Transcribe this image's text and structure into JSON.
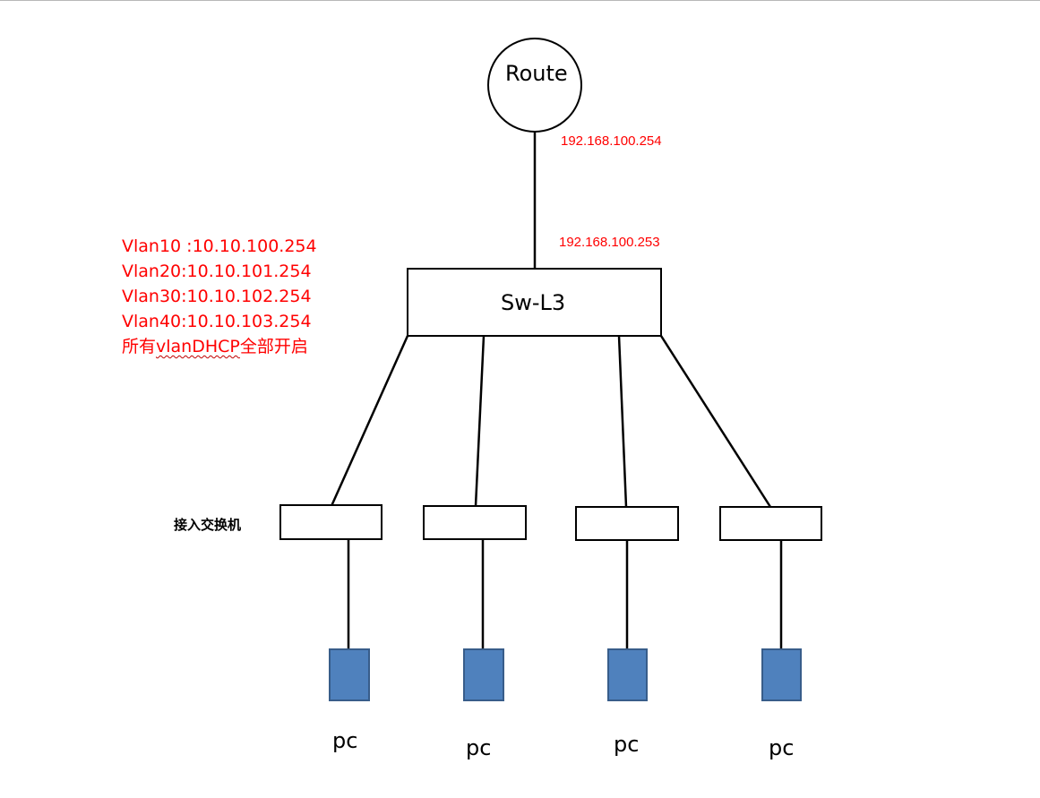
{
  "router": {
    "label": "Route",
    "wan_ip": "192.168.100.254"
  },
  "core_switch": {
    "label": "Sw-L3",
    "uplink_ip": "192.168.100.253"
  },
  "vlans": {
    "line1": "Vlan10 :10.10.100.254",
    "line2": "Vlan20:10.10.101.254",
    "line3": "Vlan30:10.10.102.254",
    "line4": "Vlan40:10.10.103.254",
    "dhcp_prefix": "所有",
    "dhcp_keyword": "vlanDHCP",
    "dhcp_suffix": "全部开启"
  },
  "access_switch_label": "接入交换机",
  "pcs": [
    {
      "label": "pc"
    },
    {
      "label": "pc"
    },
    {
      "label": "pc"
    },
    {
      "label": "pc"
    }
  ],
  "colors": {
    "annotation": "#ff0000",
    "pc_fill": "#4f81bd",
    "pc_border": "#385d8a",
    "line": "#000000",
    "squiggle": "#c00000"
  }
}
